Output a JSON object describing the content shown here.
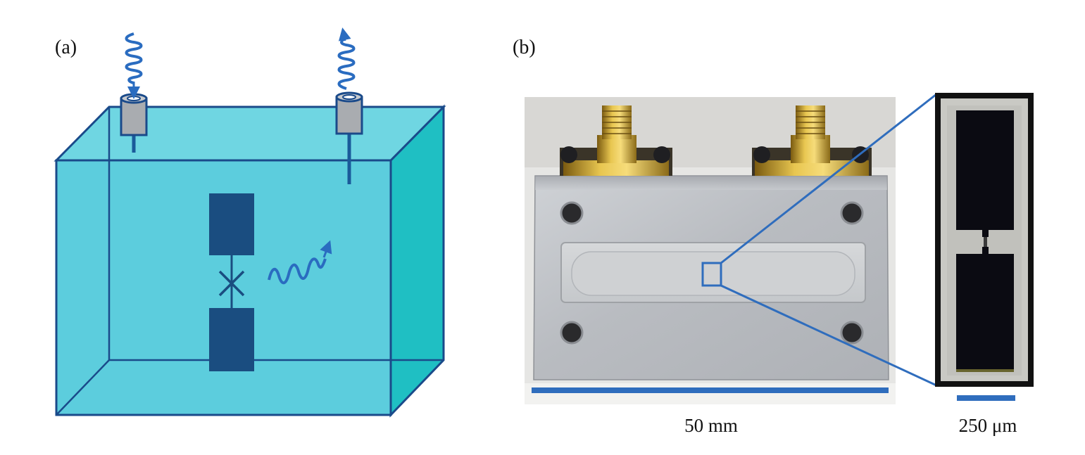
{
  "panel_a": {
    "label": "(a)",
    "colors": {
      "cavity_front": "#5ccddd",
      "cavity_side": "#1fbfc3",
      "edge": "#1a4a8a",
      "qubit": "#1a4d80",
      "photon": "#2a6cc0"
    },
    "icons": [
      "input-connector-icon",
      "output-connector-icon",
      "photon-wave-icon",
      "josephson-junction-icon"
    ]
  },
  "panel_b": {
    "label": "(b)",
    "scale_bar_large": "50 mm",
    "scale_bar_small": "250 μm",
    "colors": {
      "scale_bar": "#2f6dbd",
      "zoom_lines": "#2f6dbd"
    }
  }
}
